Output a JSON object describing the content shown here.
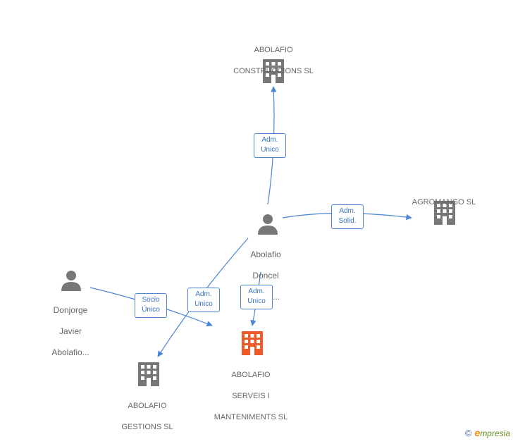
{
  "colors": {
    "edge": "#4a86d4",
    "icon": "#777777",
    "highlight": "#ee5a2a",
    "label": "#666666"
  },
  "nodes": {
    "construccions": {
      "line1": "ABOLAFIO",
      "line2": "CONSTRUCCIONS SL",
      "icon": "building-icon"
    },
    "agromango": {
      "line1": "AGROMANGO SL",
      "icon": "building-icon"
    },
    "person_main": {
      "line1": "Abolafio",
      "line2": "Doncel",
      "line3": "Jorge...",
      "icon": "person-icon"
    },
    "person_donjorge": {
      "line1": "Donjorge",
      "line2": "Javier",
      "line3": "Abolafio...",
      "icon": "person-icon"
    },
    "serveis": {
      "line1": "ABOLAFIO",
      "line2": "SERVEIS I",
      "line3": "MANTENIMENTS SL",
      "icon": "building-icon",
      "highlighted": true
    },
    "gestions": {
      "line1": "ABOLAFIO",
      "line2": "GESTIONS SL",
      "icon": "building-icon"
    }
  },
  "relations": {
    "adm_construccions": {
      "line1": "Adm.",
      "line2": "Unico"
    },
    "adm_agromango": {
      "line1": "Adm.",
      "line2": "Solid."
    },
    "adm_serveis": {
      "line1": "Adm.",
      "line2": "Unico"
    },
    "adm_gestions": {
      "line1": "Adm.",
      "line2": "Unico"
    },
    "socio_serveis": {
      "line1": "Socio",
      "line2": "Único"
    }
  },
  "footer": {
    "copyright": "©",
    "brand_initial": "e",
    "brand_rest": "mpresia"
  }
}
